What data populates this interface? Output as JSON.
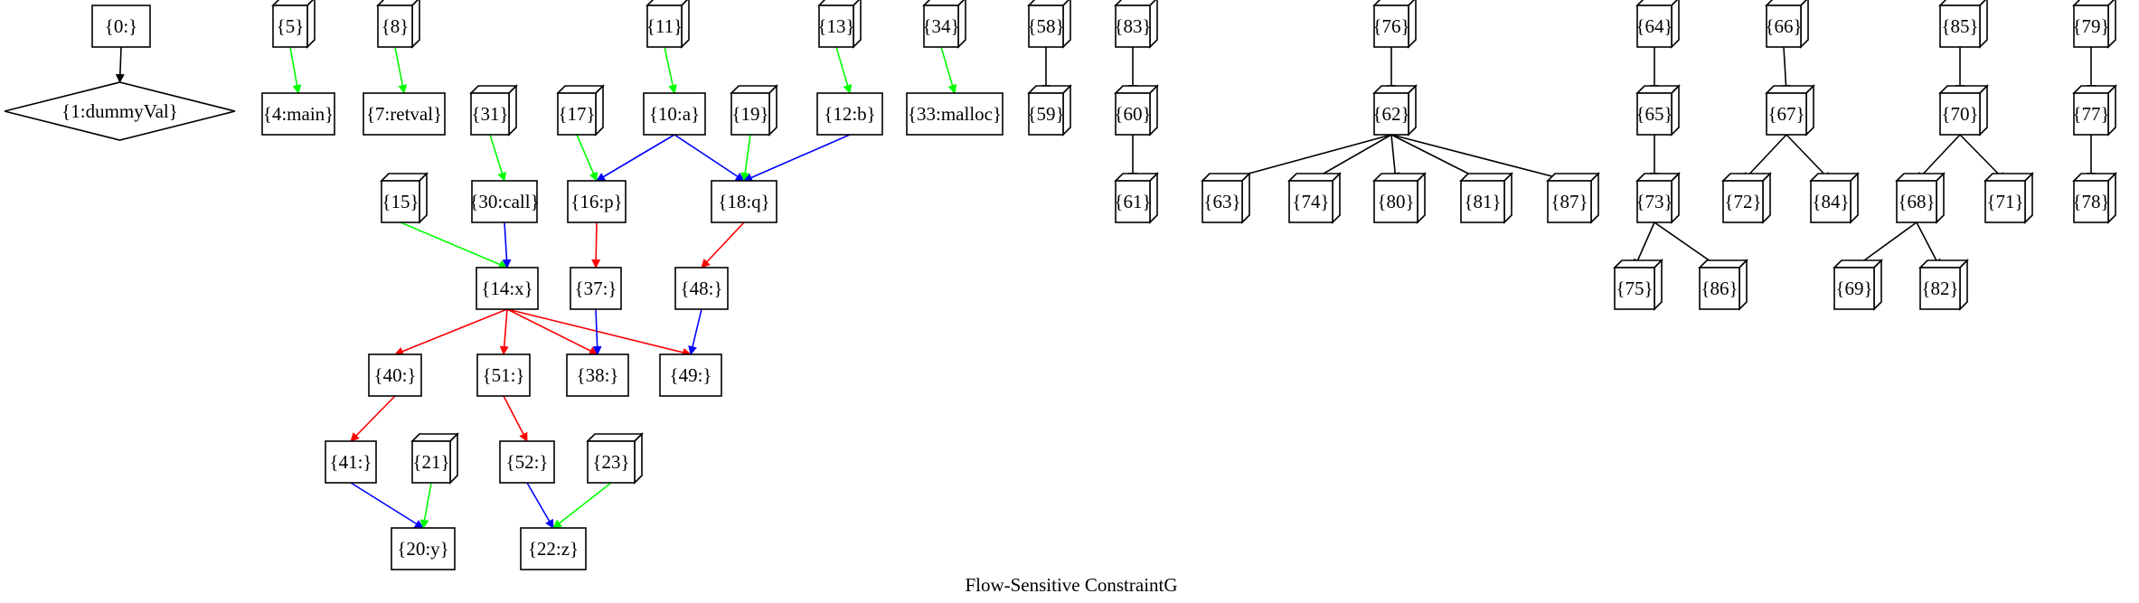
{
  "title": "Flow-Sensitive ConstraintG",
  "colors": {
    "black": "#000000",
    "green": "#00ff00",
    "blue": "#0000ff",
    "red": "#ff0000"
  },
  "nodes": [
    {
      "id": "0",
      "label": "{0:}",
      "shape": "box"
    },
    {
      "id": "1",
      "label": "{1:dummyVal}",
      "shape": "diamond"
    },
    {
      "id": "5",
      "label": "{5}",
      "shape": "box3d"
    },
    {
      "id": "4",
      "label": "{4:main}",
      "shape": "box"
    },
    {
      "id": "8",
      "label": "{8}",
      "shape": "box3d"
    },
    {
      "id": "7",
      "label": "{7:retval}",
      "shape": "box"
    },
    {
      "id": "11",
      "label": "{11}",
      "shape": "box3d"
    },
    {
      "id": "10",
      "label": "{10:a}",
      "shape": "box"
    },
    {
      "id": "13",
      "label": "{13}",
      "shape": "box3d"
    },
    {
      "id": "12",
      "label": "{12:b}",
      "shape": "box"
    },
    {
      "id": "34",
      "label": "{34}",
      "shape": "box3d"
    },
    {
      "id": "33",
      "label": "{33:malloc}",
      "shape": "box"
    },
    {
      "id": "58",
      "label": "{58}",
      "shape": "box3d"
    },
    {
      "id": "59",
      "label": "{59}",
      "shape": "box3d"
    },
    {
      "id": "83",
      "label": "{83}",
      "shape": "box3d"
    },
    {
      "id": "60",
      "label": "{60}",
      "shape": "box3d"
    },
    {
      "id": "61",
      "label": "{61}",
      "shape": "box3d"
    },
    {
      "id": "31",
      "label": "{31}",
      "shape": "box3d"
    },
    {
      "id": "30",
      "label": "{30:call}",
      "shape": "box"
    },
    {
      "id": "17",
      "label": "{17}",
      "shape": "box3d"
    },
    {
      "id": "16",
      "label": "{16:p}",
      "shape": "box"
    },
    {
      "id": "19",
      "label": "{19}",
      "shape": "box3d"
    },
    {
      "id": "18",
      "label": "{18:q}",
      "shape": "box"
    },
    {
      "id": "15",
      "label": "{15}",
      "shape": "box3d"
    },
    {
      "id": "14",
      "label": "{14:x}",
      "shape": "box"
    },
    {
      "id": "37",
      "label": "{37:}",
      "shape": "box"
    },
    {
      "id": "48",
      "label": "{48:}",
      "shape": "box"
    },
    {
      "id": "40",
      "label": "{40:}",
      "shape": "box"
    },
    {
      "id": "51",
      "label": "{51:}",
      "shape": "box"
    },
    {
      "id": "38",
      "label": "{38:}",
      "shape": "box"
    },
    {
      "id": "49",
      "label": "{49:}",
      "shape": "box"
    },
    {
      "id": "41",
      "label": "{41:}",
      "shape": "box"
    },
    {
      "id": "21",
      "label": "{21}",
      "shape": "box3d"
    },
    {
      "id": "52",
      "label": "{52:}",
      "shape": "box"
    },
    {
      "id": "23",
      "label": "{23}",
      "shape": "box3d"
    },
    {
      "id": "20",
      "label": "{20:y}",
      "shape": "box"
    },
    {
      "id": "22",
      "label": "{22:z}",
      "shape": "box"
    },
    {
      "id": "76",
      "label": "{76}",
      "shape": "box3d"
    },
    {
      "id": "62",
      "label": "{62}",
      "shape": "box3d"
    },
    {
      "id": "63",
      "label": "{63}",
      "shape": "box3d"
    },
    {
      "id": "74",
      "label": "{74}",
      "shape": "box3d"
    },
    {
      "id": "80",
      "label": "{80}",
      "shape": "box3d"
    },
    {
      "id": "81",
      "label": "{81}",
      "shape": "box3d"
    },
    {
      "id": "87",
      "label": "{87}",
      "shape": "box3d"
    },
    {
      "id": "64",
      "label": "{64}",
      "shape": "box3d"
    },
    {
      "id": "65",
      "label": "{65}",
      "shape": "box3d"
    },
    {
      "id": "73",
      "label": "{73}",
      "shape": "box3d"
    },
    {
      "id": "75",
      "label": "{75}",
      "shape": "box3d"
    },
    {
      "id": "86",
      "label": "{86}",
      "shape": "box3d"
    },
    {
      "id": "66",
      "label": "{66}",
      "shape": "box3d"
    },
    {
      "id": "67",
      "label": "{67}",
      "shape": "box3d"
    },
    {
      "id": "72",
      "label": "{72}",
      "shape": "box3d"
    },
    {
      "id": "84",
      "label": "{84}",
      "shape": "box3d"
    },
    {
      "id": "85",
      "label": "{85}",
      "shape": "box3d"
    },
    {
      "id": "70",
      "label": "{70}",
      "shape": "box3d"
    },
    {
      "id": "68",
      "label": "{68}",
      "shape": "box3d"
    },
    {
      "id": "71",
      "label": "{71}",
      "shape": "box3d"
    },
    {
      "id": "69",
      "label": "{69}",
      "shape": "box3d"
    },
    {
      "id": "82",
      "label": "{82}",
      "shape": "box3d"
    },
    {
      "id": "79",
      "label": "{79}",
      "shape": "box3d"
    },
    {
      "id": "77",
      "label": "{77}",
      "shape": "box3d"
    },
    {
      "id": "78",
      "label": "{78}",
      "shape": "box3d"
    }
  ],
  "edges": [
    {
      "from": "0",
      "to": "1",
      "color": "black"
    },
    {
      "from": "5",
      "to": "4",
      "color": "green"
    },
    {
      "from": "8",
      "to": "7",
      "color": "green"
    },
    {
      "from": "11",
      "to": "10",
      "color": "green"
    },
    {
      "from": "13",
      "to": "12",
      "color": "green"
    },
    {
      "from": "34",
      "to": "33",
      "color": "green"
    },
    {
      "from": "58",
      "to": "59",
      "color": "black"
    },
    {
      "from": "83",
      "to": "60",
      "color": "black"
    },
    {
      "from": "60",
      "to": "61",
      "color": "black"
    },
    {
      "from": "31",
      "to": "30",
      "color": "green"
    },
    {
      "from": "17",
      "to": "16",
      "color": "green"
    },
    {
      "from": "10",
      "to": "16",
      "color": "blue"
    },
    {
      "from": "10",
      "to": "18",
      "color": "blue"
    },
    {
      "from": "19",
      "to": "18",
      "color": "green"
    },
    {
      "from": "12",
      "to": "18",
      "color": "blue"
    },
    {
      "from": "15",
      "to": "14",
      "color": "green"
    },
    {
      "from": "30",
      "to": "14",
      "color": "blue"
    },
    {
      "from": "16",
      "to": "37",
      "color": "red"
    },
    {
      "from": "18",
      "to": "48",
      "color": "red"
    },
    {
      "from": "14",
      "to": "40",
      "color": "red"
    },
    {
      "from": "14",
      "to": "51",
      "color": "red"
    },
    {
      "from": "14",
      "to": "38",
      "color": "red"
    },
    {
      "from": "14",
      "to": "49",
      "color": "red"
    },
    {
      "from": "37",
      "to": "38",
      "color": "blue"
    },
    {
      "from": "48",
      "to": "49",
      "color": "blue"
    },
    {
      "from": "40",
      "to": "41",
      "color": "red"
    },
    {
      "from": "51",
      "to": "52",
      "color": "red"
    },
    {
      "from": "41",
      "to": "20",
      "color": "blue"
    },
    {
      "from": "21",
      "to": "20",
      "color": "green"
    },
    {
      "from": "52",
      "to": "22",
      "color": "blue"
    },
    {
      "from": "23",
      "to": "22",
      "color": "green"
    },
    {
      "from": "76",
      "to": "62",
      "color": "black"
    },
    {
      "from": "62",
      "to": "63",
      "color": "black"
    },
    {
      "from": "62",
      "to": "74",
      "color": "black"
    },
    {
      "from": "62",
      "to": "80",
      "color": "black"
    },
    {
      "from": "62",
      "to": "81",
      "color": "black"
    },
    {
      "from": "62",
      "to": "87",
      "color": "black"
    },
    {
      "from": "64",
      "to": "65",
      "color": "black"
    },
    {
      "from": "65",
      "to": "73",
      "color": "black"
    },
    {
      "from": "73",
      "to": "75",
      "color": "black"
    },
    {
      "from": "73",
      "to": "86",
      "color": "black"
    },
    {
      "from": "66",
      "to": "67",
      "color": "black"
    },
    {
      "from": "67",
      "to": "72",
      "color": "black"
    },
    {
      "from": "67",
      "to": "84",
      "color": "black"
    },
    {
      "from": "85",
      "to": "70",
      "color": "black"
    },
    {
      "from": "70",
      "to": "68",
      "color": "black"
    },
    {
      "from": "70",
      "to": "71",
      "color": "black"
    },
    {
      "from": "68",
      "to": "69",
      "color": "black"
    },
    {
      "from": "68",
      "to": "82",
      "color": "black"
    },
    {
      "from": "79",
      "to": "77",
      "color": "black"
    },
    {
      "from": "77",
      "to": "78",
      "color": "black"
    }
  ]
}
